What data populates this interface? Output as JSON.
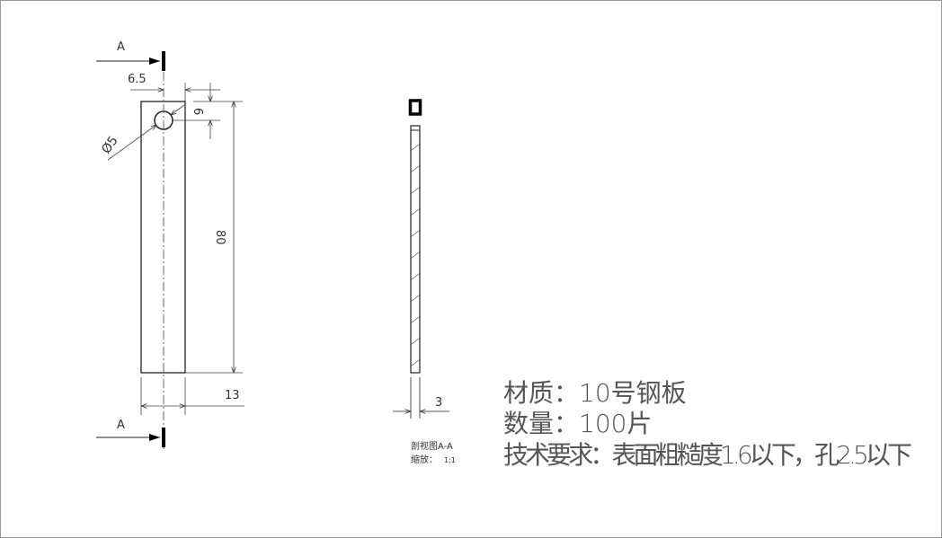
{
  "front_view": {
    "section_label_top": "A",
    "section_label_bottom": "A",
    "dim_hole_offset": "6.5",
    "dim_hole_top": "6",
    "dim_hole_diameter": "Ø5",
    "dim_length": "80",
    "dim_width": "13"
  },
  "section_view": {
    "dim_thickness": "3",
    "title": "剖视图A-A",
    "scale_label": "缩放：",
    "scale_value": "1:1"
  },
  "notes": {
    "material": "材质：10号钢板",
    "quantity": "数量：100片",
    "requirements": "技术要求：表面粗糙度1.6以下，孔2.5以下"
  }
}
